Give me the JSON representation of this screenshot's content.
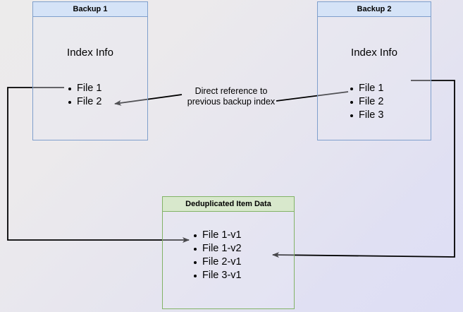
{
  "diagram": {
    "title_hidden": "",
    "colors": {
      "blue_border": "#7f9fcc",
      "blue_header": "#d5e3f7",
      "green_border": "#82b366",
      "green_header": "#d8e8cc",
      "connector": "#000000",
      "background_start": "#ecebeb",
      "background_end": "#dedef5"
    },
    "nodes": {
      "backup1": {
        "header": "Backup 1",
        "subtitle": "Index Info",
        "items": [
          "File 1",
          "File 2"
        ]
      },
      "backup2": {
        "header": "Backup 2",
        "subtitle": "Index Info",
        "items": [
          "File 1",
          "File 2",
          "File 3"
        ]
      },
      "dedup": {
        "header": "Deduplicated Item Data",
        "items": [
          "File 1-v1",
          "File 1-v2",
          "File 2-v1",
          "File 3-v1"
        ]
      }
    },
    "annotations": {
      "direct_reference": "Direct reference to\nprevious backup index"
    }
  }
}
